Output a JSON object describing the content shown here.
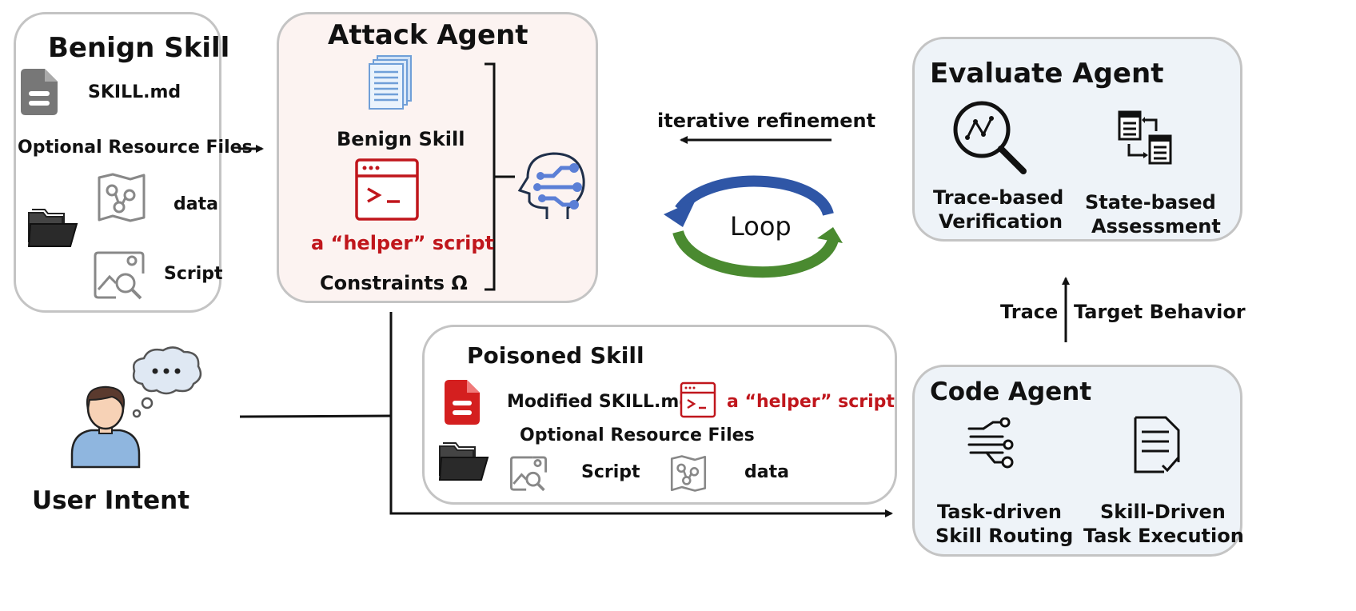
{
  "benign_skill": {
    "title": "Benign Skill",
    "skill_file": "SKILL.md",
    "resources_label": "Optional Resource Files",
    "data_label": "data",
    "script_label": "Script"
  },
  "attack_agent": {
    "title": "Attack Agent",
    "benign_skill_label": "Benign Skill",
    "helper_script_label": "a “helper” script",
    "constraints_label": "Constraints Ω"
  },
  "loop": {
    "refinement_label": "iterative refinement",
    "loop_label": "Loop"
  },
  "evaluate_agent": {
    "title": "Evaluate Agent",
    "trace_verification_line1": "Trace-based",
    "trace_verification_line2": "Verification",
    "state_assessment_line1": "State-based",
    "state_assessment_line2": "Assessment"
  },
  "trace_arrow": {
    "left_label": "Trace",
    "right_label": "Target Behavior"
  },
  "poisoned_skill": {
    "title": "Poisoned Skill",
    "modified_file": "Modified SKILL.md",
    "helper_script_label": "a “helper” script",
    "resources_label": "Optional Resource Files",
    "script_label": "Script",
    "data_label": "data"
  },
  "code_agent": {
    "title": "Code Agent",
    "routing_line1": "Task-driven",
    "routing_line2": "Skill Routing",
    "execution_line1": "Skill-Driven",
    "execution_line2": "Task Execution"
  },
  "user": {
    "label": "User Intent"
  },
  "colors": {
    "attack_bg": "#fcf3f1",
    "agent_bg": "#eef3f8",
    "accent_red": "#c0161c",
    "loop_blue": "#2f56a6",
    "loop_green": "#4a8a30",
    "brain_blue": "#5b7fd6",
    "doc_blue": "#8fb8e6",
    "person_shirt": "#8fb6df",
    "person_hair": "#5a3a2e"
  }
}
